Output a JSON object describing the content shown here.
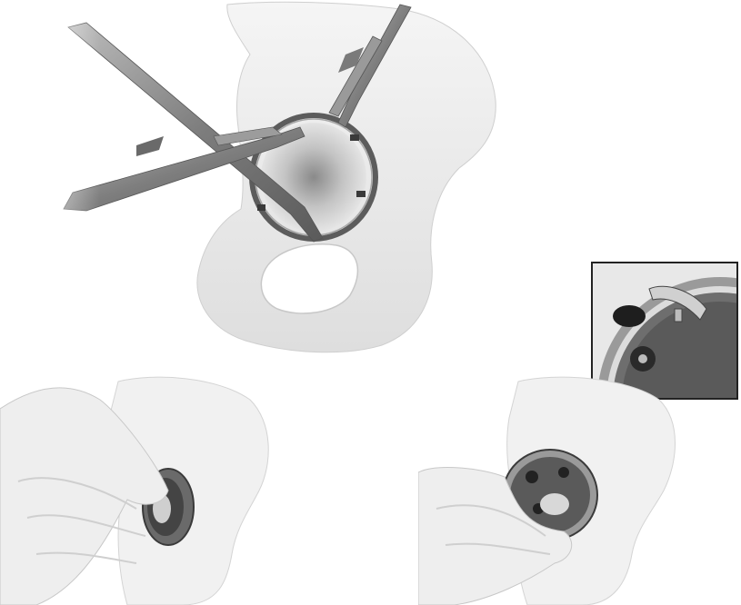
{
  "figure": {
    "panels": [
      {
        "id": "main",
        "subject": "pelvis-with-forceps-and-ring"
      },
      {
        "id": "inset",
        "subject": "detail-ring-locking-tab"
      },
      {
        "id": "bottom-left",
        "subject": "hand-pressing-cup"
      },
      {
        "id": "bottom-right",
        "subject": "hand-seating-cup"
      }
    ],
    "palette": {
      "bone": "#f2f2f2",
      "bone_shade": "#d6d6d6",
      "metal": "#8c8c8c",
      "metal_dark": "#4a4a4a",
      "skin": "#efefef",
      "outline": "#333333"
    }
  }
}
